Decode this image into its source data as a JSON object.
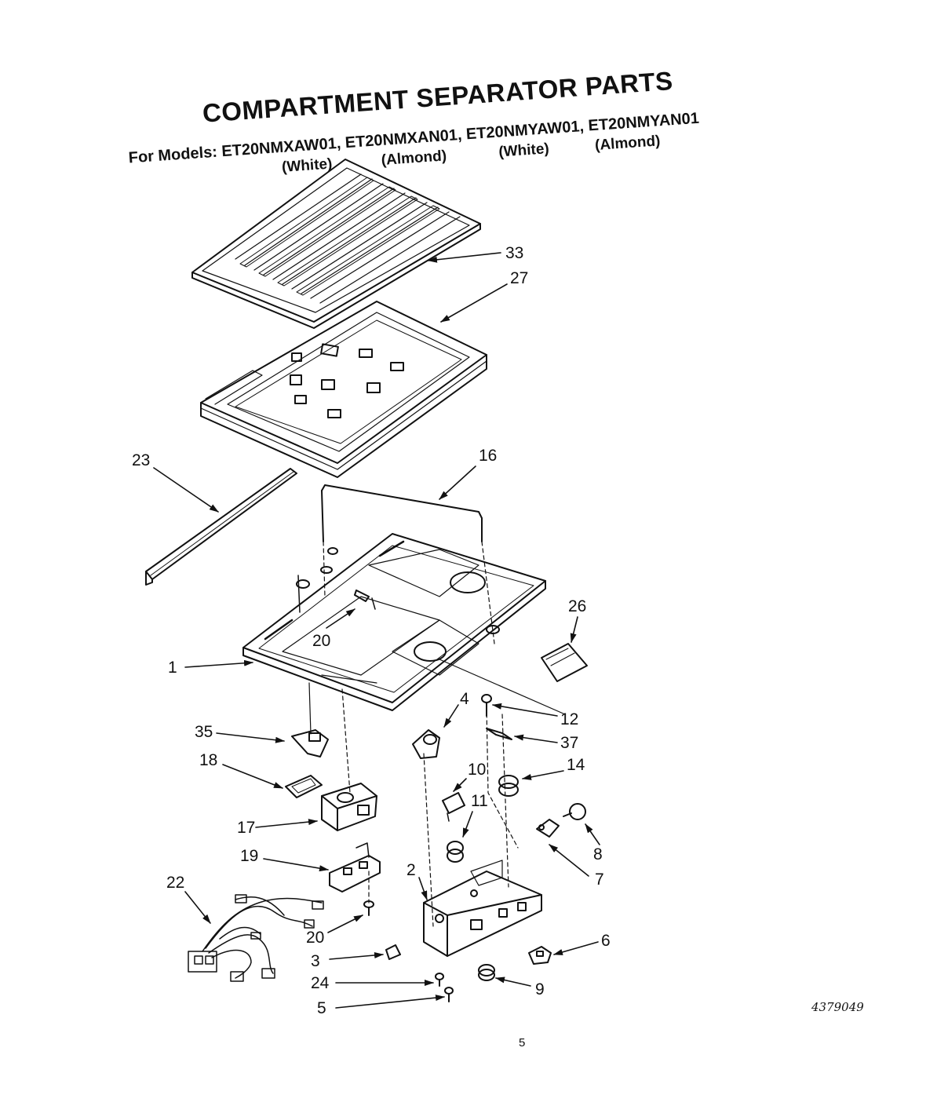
{
  "header": {
    "title": "COMPARTMENT SEPARATOR PARTS",
    "models_line": "For Models: ET20NMXAW01, ET20NMXAN01, ET20NMYAW01, ET20NMYAN01",
    "colors": [
      "(White)",
      "(Almond)",
      "(White)",
      "(Almond)"
    ]
  },
  "callouts": [
    "33",
    "27",
    "23",
    "16",
    "26",
    "20",
    "1",
    "4",
    "12",
    "37",
    "35",
    "18",
    "10",
    "14",
    "11",
    "8",
    "17",
    "19",
    "7",
    "2",
    "22",
    "20",
    "6",
    "3",
    "24",
    "9",
    "5"
  ],
  "footer": {
    "document_number": "4379049",
    "page_number": "5"
  }
}
